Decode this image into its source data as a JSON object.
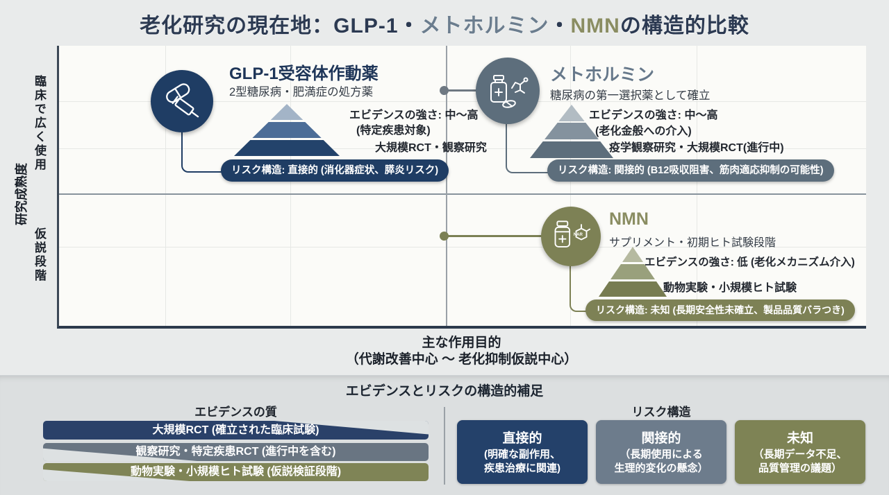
{
  "title": {
    "part1": "老化研究の現在地：GLP-1・",
    "part2": "メトホルミン",
    "part3": "・",
    "part4": "NMN",
    "part5": "の構造的比較"
  },
  "axes": {
    "y_axis_title": "研究成熟度",
    "y_top_label": "臨床で広く使用",
    "y_bottom_label": "仮説段階",
    "x_axis_title": "主な作用目的",
    "x_axis_subtitle": "（代謝改善中心 〜 老化抑制仮説中心）"
  },
  "drugs": {
    "glp1": {
      "name": "GLP-1受容体作動薬",
      "subtitle": "2型糖尿病・肥満症の処方薬",
      "evidence_strength": "エビデンスの強さ: 中〜高",
      "evidence_scope": "(特定疾患対象)",
      "evidence_basis": "大規模RCT・観察研究",
      "risk_label": "リスク構造: 直接的 (消化器症状、膵炎リスク)",
      "color": "#1f3d64"
    },
    "metformin": {
      "name": "メトホルミン",
      "subtitle": "糖尿病の第一選択薬として確立",
      "evidence_strength": "エビデンスの強さ: 中〜高",
      "evidence_scope": "(老化金般への介入)",
      "evidence_basis": "疫学観察研究・大規模RCT(進行中)",
      "risk_label": "リスク構造: 関接的 (B12吸収阻害、筋肉適応抑制の可能性)",
      "color": "#5d6e7c"
    },
    "nmn": {
      "name": "NMN",
      "subtitle": "サプリメント・初期ヒト試験段階",
      "evidence_strength": "エビデンスの強さ: 低 (老化メカニズム介入)",
      "evidence_basis": "動物実験・小規模ヒト試験",
      "risk_label": "リスク構造: 未知 (長期安全性未確立、製品品質バラつき)",
      "icon_label": "NAR",
      "color": "#7d8155"
    }
  },
  "bottom_panel": {
    "header": "エビデンスとリスクの構造的補足",
    "evidence_quality": {
      "header": "エビデンスの質",
      "bars": [
        {
          "label": "大規模RCT (確立された臨床試験)",
          "color": "#2a4169"
        },
        {
          "label": "観察研究・特定疾患RCT (進行中を含む)",
          "color": "#697582"
        },
        {
          "label": "動物実験・小規模ヒト試験 (仮説検証段階)",
          "color": "#7f8456"
        }
      ]
    },
    "risk_structure": {
      "header": "リスク構造",
      "cards": [
        {
          "title": "直接的",
          "desc": "(明確な副作用、\n疾患治療に関連)",
          "color": "#24416a"
        },
        {
          "title": "関接的",
          "desc": "（長期使用による\n生理的変化の懸念）",
          "color": "#6d7c8c"
        },
        {
          "title": "未知",
          "desc": "（長期データ不足、\n品質管理の議題）",
          "color": "#7e8355"
        }
      ]
    }
  }
}
